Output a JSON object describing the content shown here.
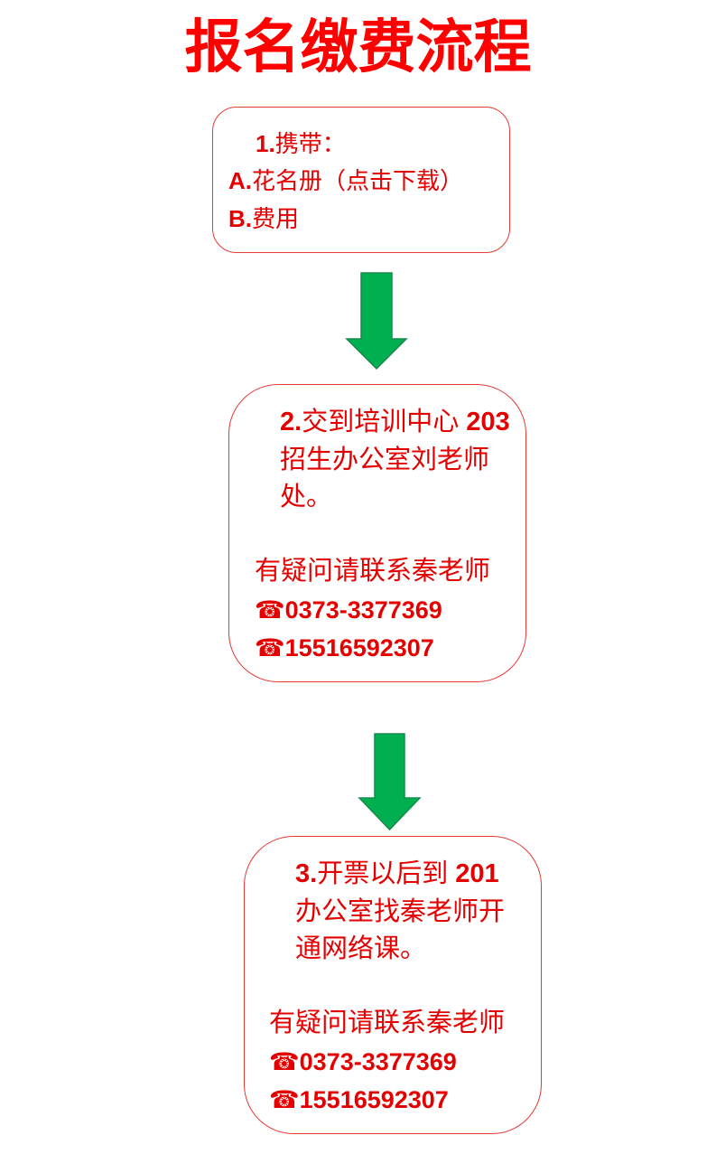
{
  "page_title": "报名缴费流程",
  "colors": {
    "title": "#ff0000",
    "text": "#e40000",
    "box_border": "#e53935",
    "arrow_fill": "#00b050",
    "arrow_outline": "#178a4c"
  },
  "connector_icon": "arrow-down-icon",
  "steps": [
    {
      "number": "1.",
      "heading": "携带：",
      "items": [
        {
          "label": "A.",
          "text": "花名册（点击下载）"
        },
        {
          "label": "B.",
          "text": "费用"
        }
      ]
    },
    {
      "number": "2.",
      "instruction": [
        "交到培训中心 ",
        "招生办公室刘老师",
        "处。"
      ],
      "room": "203",
      "contact": {
        "label": "有疑问请联系秦老师",
        "icon": "phone-icon",
        "phones": [
          "0373-3377369",
          "15516592307"
        ]
      }
    },
    {
      "number": "3.",
      "instruction": [
        "开票以后到 ",
        "办公室找秦老师开",
        "通网络课。"
      ],
      "room": "201",
      "contact": {
        "label": "有疑问请联系秦老师",
        "icon": "phone-icon",
        "phones": [
          "0373-3377369",
          "15516592307"
        ]
      }
    }
  ]
}
